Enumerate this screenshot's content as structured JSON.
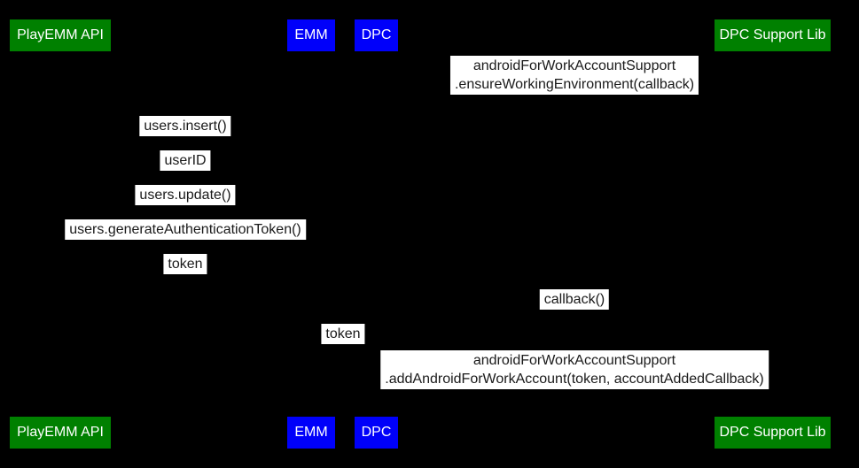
{
  "diagram": {
    "type": "sequence-diagram",
    "colors": {
      "background": "#000000",
      "actor_green": "#008000",
      "actor_blue": "#0000fa",
      "actor_text": "#ffffff",
      "message_background": "#ffffff",
      "message_text": "#1a1a1a"
    },
    "actors": [
      {
        "id": "playemm-api",
        "label": "PlayEMM API",
        "color": "green"
      },
      {
        "id": "emm",
        "label": "EMM",
        "color": "blue"
      },
      {
        "id": "dpc",
        "label": "DPC",
        "color": "blue"
      },
      {
        "id": "dpc-support-lib",
        "label": "DPC Support Lib",
        "color": "green"
      }
    ],
    "messages": [
      {
        "lines": [
          "androidForWorkAccountSupport",
          ".ensureWorkingEnvironment(callback)"
        ]
      },
      {
        "lines": [
          "users.insert()"
        ]
      },
      {
        "lines": [
          "userID"
        ]
      },
      {
        "lines": [
          "users.update()"
        ]
      },
      {
        "lines": [
          "users.generateAuthenticationToken()"
        ]
      },
      {
        "lines": [
          "token"
        ]
      },
      {
        "lines": [
          "callback()"
        ]
      },
      {
        "lines": [
          "token"
        ]
      },
      {
        "lines": [
          "androidForWorkAccountSupport",
          ".addAndroidForWorkAccount(token, accountAddedCallback)"
        ]
      }
    ]
  }
}
